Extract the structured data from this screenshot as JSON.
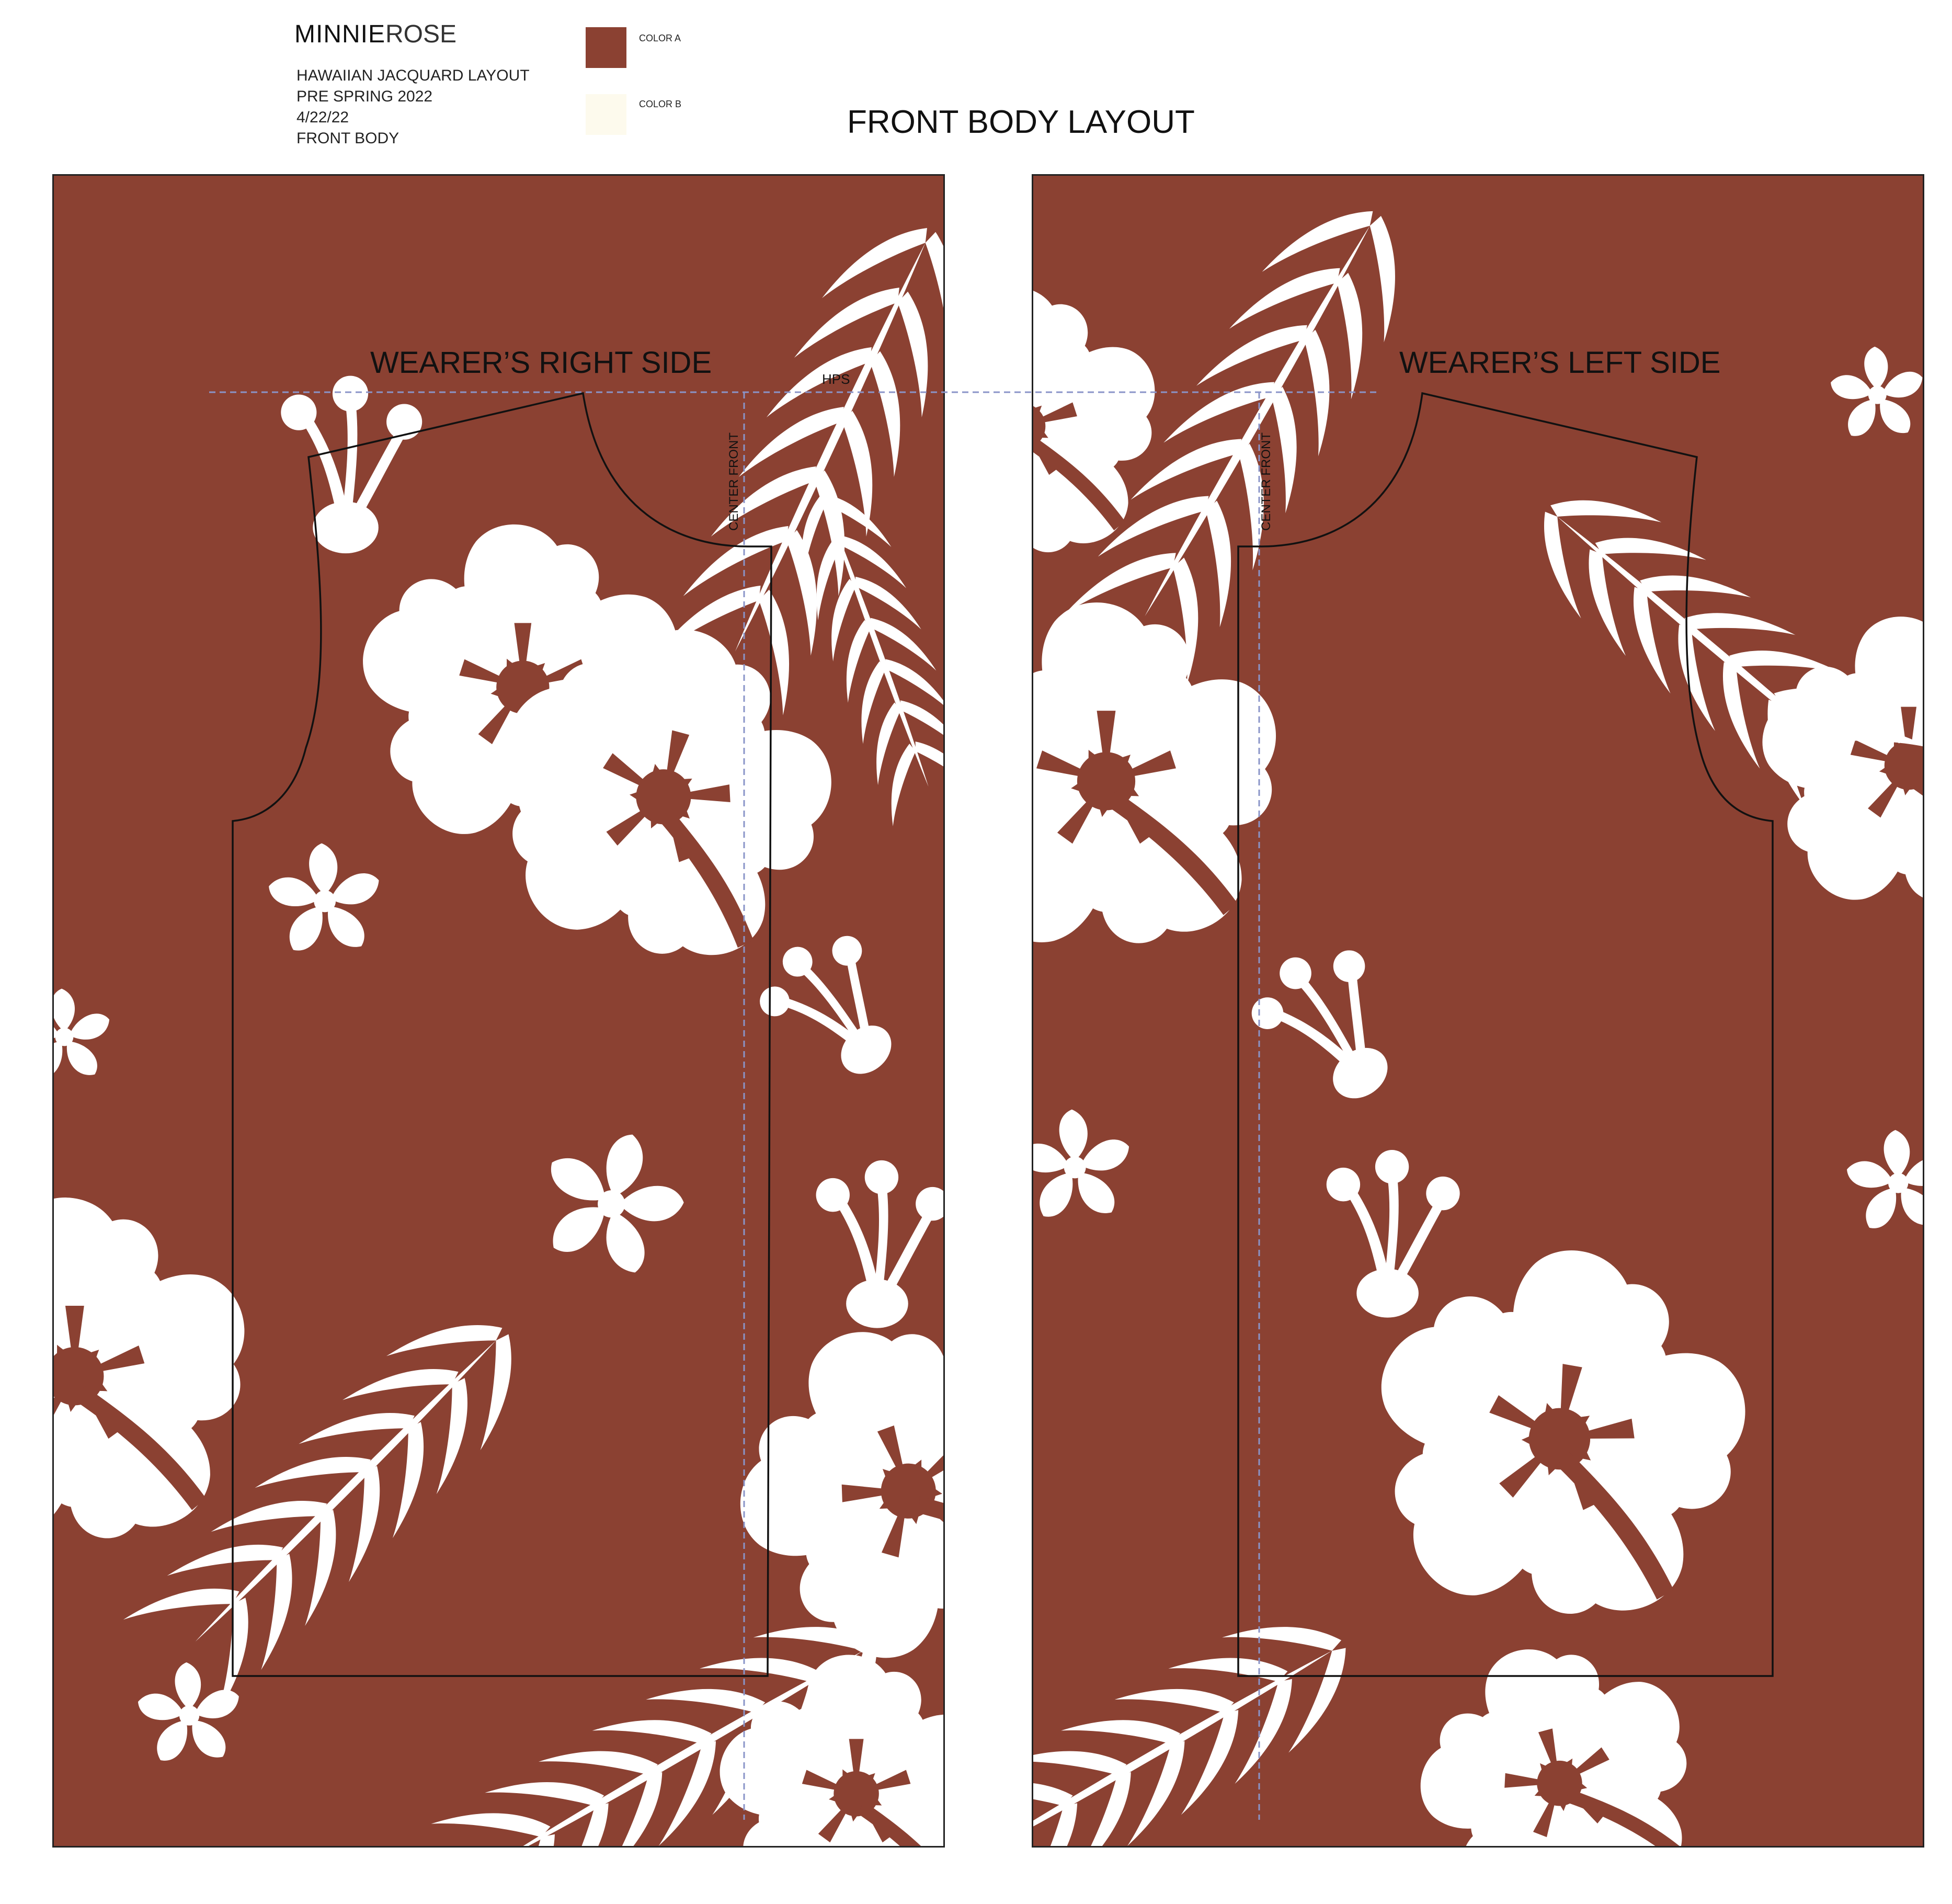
{
  "header": {
    "brand_part1": "MINNIE",
    "brand_part2": "ROSE",
    "lines": [
      "HAWAIIAN JACQUARD LAYOUT",
      "PRE SPRING 2022",
      "4/22/22",
      "FRONT BODY"
    ]
  },
  "legend": {
    "color_a": {
      "label": "COLOR A",
      "hex": "#8b4132"
    },
    "color_b": {
      "label": "COLOR B",
      "hex": "#fdfaed"
    }
  },
  "title": "FRONT BODY LAYOUT",
  "panels": {
    "left_label": "WEARER’S RIGHT SIDE",
    "right_label": "WEARER’S LEFT SIDE",
    "hps_label": "HPS",
    "center_front_label": "CENTER FRONT"
  },
  "colors": {
    "ground": "#8b4132",
    "motif": "#ffffff",
    "guide": "#8a94c8",
    "outline": "#111111"
  }
}
